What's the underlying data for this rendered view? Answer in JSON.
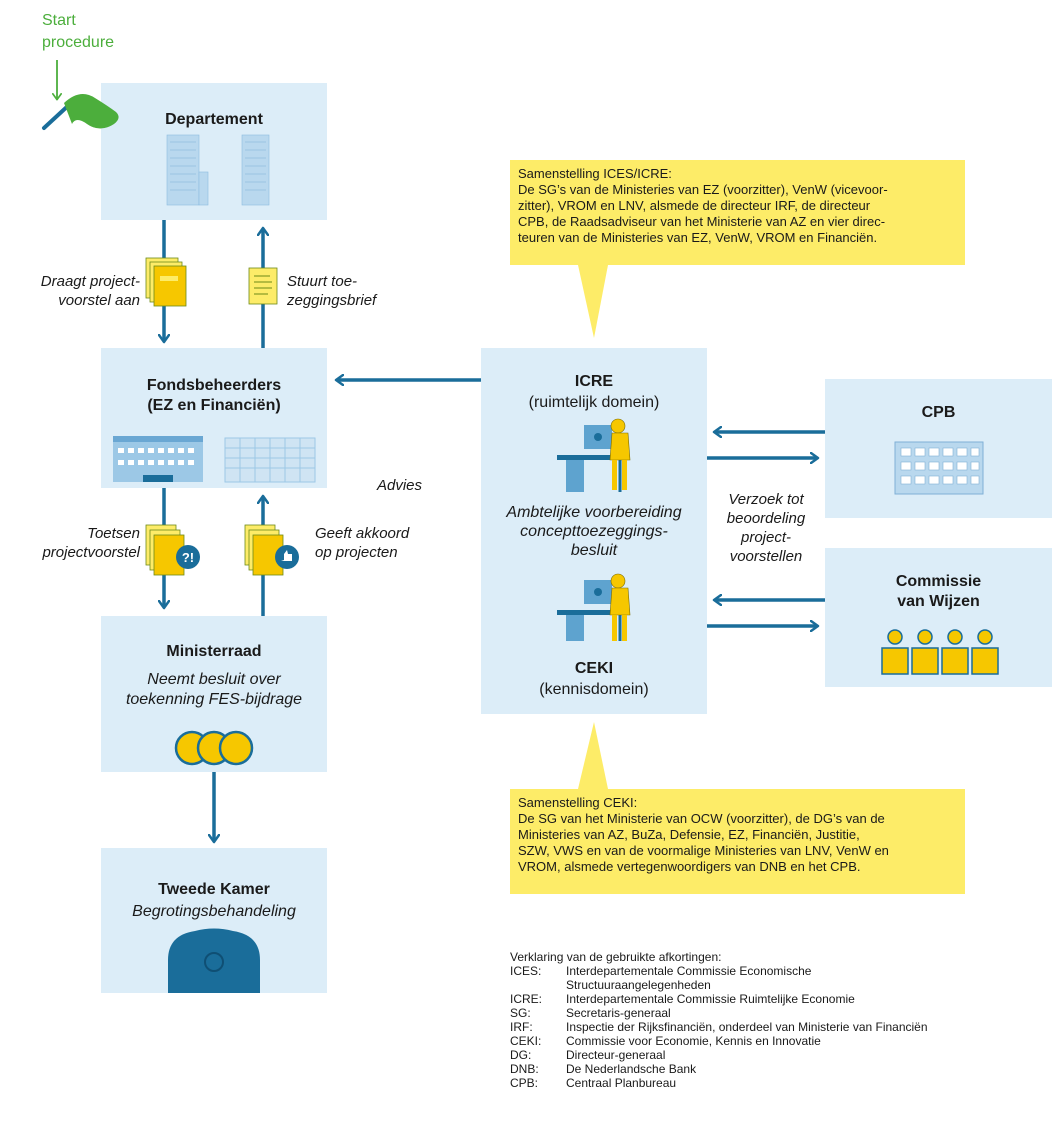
{
  "start": {
    "label": "Start\nprocedure"
  },
  "departement": {
    "title": "Departement"
  },
  "fondsbeheerders": {
    "title": "Fondsbeheerders\n(EZ en Financiën)"
  },
  "ministerraad": {
    "title": "Ministerraad",
    "subtitle": "Neemt besluit over\ntoekenning FES-bijdrage"
  },
  "tweede_kamer": {
    "title": "Tweede Kamer",
    "subtitle": "Begrotingsbehandeling"
  },
  "icre_ceki": {
    "icre_title": "ICRE",
    "icre_sub": "(ruimtelijk domein)",
    "middle": "Ambtelijke voorbereiding\nconcepttoezeggings-\nbesluit",
    "ceki_title": "CEKI",
    "ceki_sub": "(kennisdomein)"
  },
  "cpb": {
    "title": "CPB"
  },
  "commissie": {
    "title": "Commissie\nvan Wijzen"
  },
  "labels": {
    "draagt": "Draagt project-\nvoorstel aan",
    "stuurt": "Stuurt toe-\nzeggingsbrief",
    "advies": "Advies",
    "toetsen": "Toetsen\nprojectvoorstel",
    "geeft": "Geeft akkoord\nop projecten",
    "verzoek": "Verzoek tot\nbeoordeling\nproject-\nvoorstellen"
  },
  "note_ices": {
    "heading": "Samenstelling ICES/ICRE:",
    "body": "De SG’s van de Ministeries van EZ (voorzitter), VenW (vicevoor-\nzitter), VROM en LNV, alsmede de directeur IRF, de directeur\nCPB, de Raadsadviseur van het Ministerie van AZ en vier direc-\nteuren van de Ministeries van EZ, VenW, VROM en Financiën."
  },
  "note_ceki": {
    "heading": "Samenstelling CEKI:",
    "body": "De SG van het Ministerie van OCW (voorzitter), de DG’s van de\nMinisteries van AZ, BuZa, Defensie, EZ, Financiën, Justitie,\nSZW, VWS en van de voormalige Ministeries van LNV, VenW en\nVROM, alsmede vertegenwoordigers  van DNB en het CPB."
  },
  "abbreviations": {
    "heading": "Verklaring van de gebruikte afkortingen:",
    "items": [
      {
        "key": "ICES:",
        "value": "Interdepartementale Commissie Economische\nStructuuraangelegenheden"
      },
      {
        "key": "ICRE:",
        "value": "Interdepartementale Commissie Ruimtelijke Economie"
      },
      {
        "key": "SG:",
        "value": "Secretaris-generaal"
      },
      {
        "key": "IRF:",
        "value": "Inspectie der Rijksfinanciën, onderdeel van Ministerie van Financiën"
      },
      {
        "key": "CEKI:",
        "value": "Commissie voor Economie, Kennis en Innovatie"
      },
      {
        "key": "DG:",
        "value": "Directeur-generaal"
      },
      {
        "key": "DNB:",
        "value": "De Nederlandsche Bank"
      },
      {
        "key": "CPB:",
        "value": "Centraal Planbureau"
      }
    ]
  },
  "colors": {
    "box": "#dcedf8",
    "arrow": "#1a6d9a",
    "note": "#fdec68",
    "flag": "#4cae3c",
    "doc": "#f6c700"
  }
}
